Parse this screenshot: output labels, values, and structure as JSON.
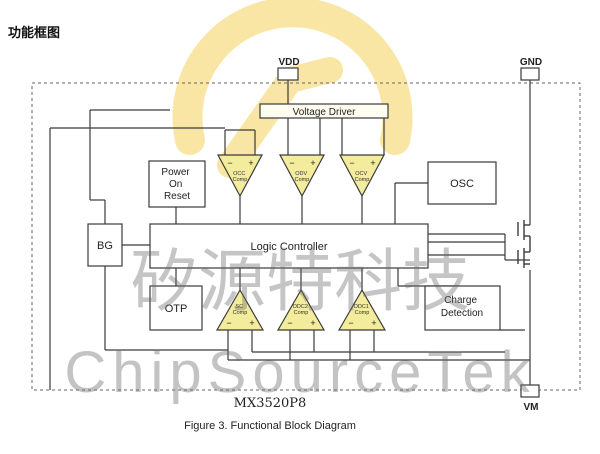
{
  "heading": "功能框图",
  "pins": {
    "vdd": "VDD",
    "gnd": "GND",
    "vm": "VM"
  },
  "blocks": {
    "voltage_driver": "Voltage Driver",
    "power_on_reset": [
      "Power",
      "On",
      "Reset"
    ],
    "osc": "OSC",
    "bg": "BG",
    "logic_controller": "Logic Controller",
    "otp": "OTP",
    "charge_detection": [
      "Charge",
      "Detection"
    ]
  },
  "comparators_top": [
    {
      "label": [
        "OCC",
        "Comp"
      ]
    },
    {
      "label": [
        "ODV",
        "Comp"
      ]
    },
    {
      "label": [
        "OCV",
        "Comp"
      ]
    }
  ],
  "comparators_bottom": [
    {
      "label": [
        "SC",
        "Comp"
      ]
    },
    {
      "label": [
        "ODC2",
        "Comp"
      ]
    },
    {
      "label": [
        "ODC1",
        "Comp"
      ]
    }
  ],
  "signs": {
    "minus": "−",
    "plus": "+"
  },
  "watermark": {
    "cn": "矽源特科技",
    "en": "ChipSourceTek"
  },
  "part_number": "MX3520P8",
  "caption": "Figure 3. Functional Block Diagram",
  "colors": {
    "line": "#3a3a3a",
    "comparator_fill": "#f3ec9c",
    "logo": "#f5d25a",
    "watermark": "#6a6a6a"
  }
}
